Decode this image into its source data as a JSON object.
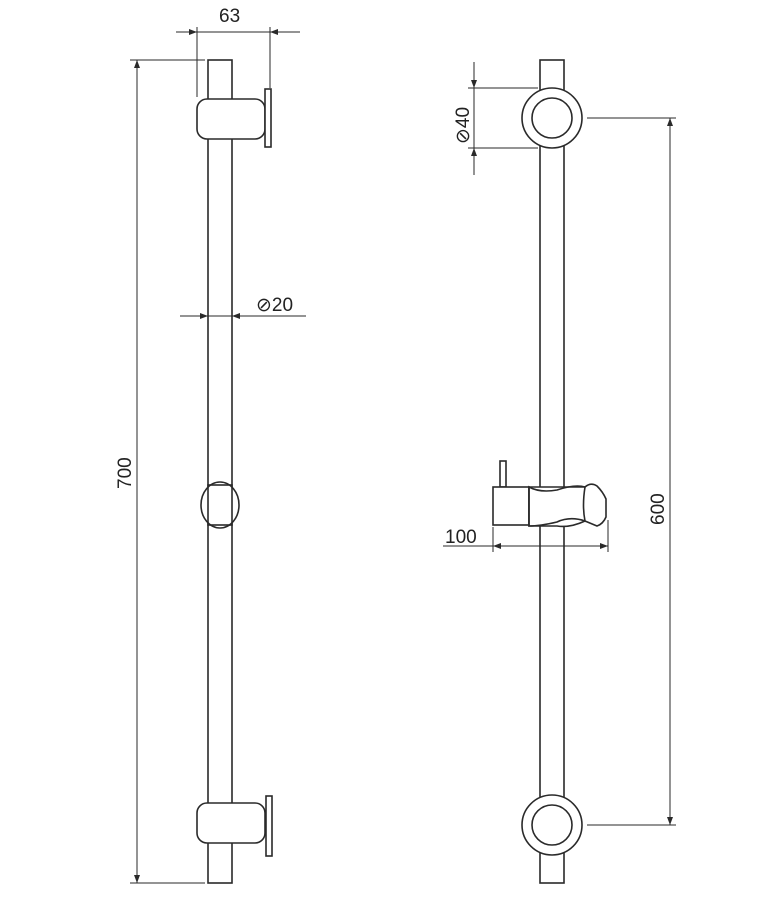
{
  "drawing": {
    "side_view": {
      "width_dimension": "63",
      "rail_diameter": "⊘20",
      "total_height": "700"
    },
    "front_view": {
      "rosette_diameter": "⊘40",
      "bracket_spacing": "600",
      "holder_projection": "100"
    }
  },
  "colors": {
    "line": "#2a2a2a",
    "background": "#ffffff"
  }
}
